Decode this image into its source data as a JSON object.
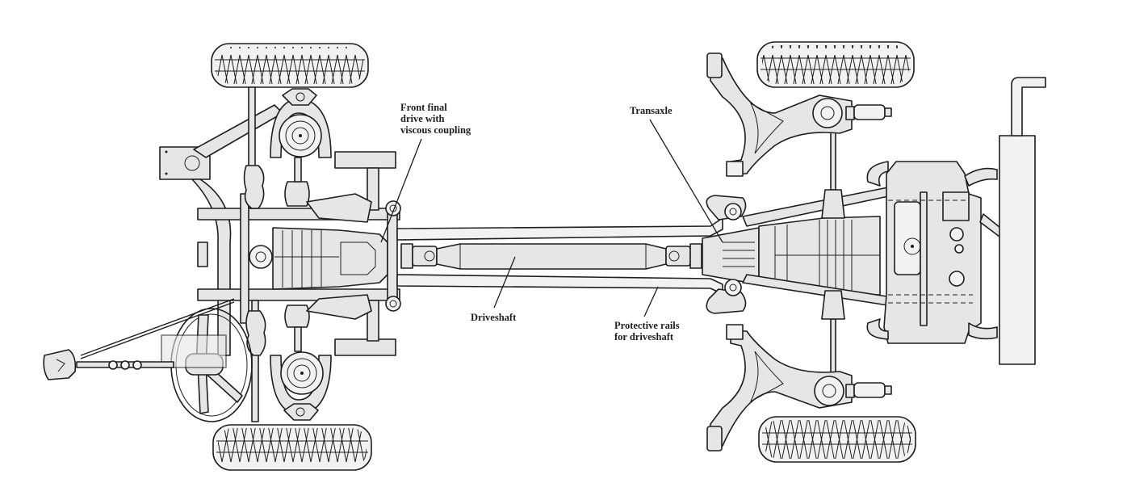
{
  "diagram": {
    "subject": "Four-wheel-drive chassis layout (top view)",
    "line_color": "#1e1e1e",
    "fill_color": "#e6e6e6",
    "background_color": "#ffffff",
    "labels": {
      "front_final_drive": "Front final\ndrive with\nviscous coupling",
      "transaxle": "Transaxle",
      "driveshaft": "Driveshaft",
      "protective_rails": "Protective rails\nfor driveshaft"
    },
    "components": [
      "front-left-tire",
      "front-right-tire",
      "rear-left-tire",
      "rear-right-tire",
      "steering-wheel",
      "steering-column",
      "pedal-assembly",
      "front-final-drive",
      "driveshaft",
      "protective-rails",
      "transaxle",
      "engine",
      "rear-wishbones",
      "exhaust-muffler",
      "front-subframe"
    ]
  }
}
